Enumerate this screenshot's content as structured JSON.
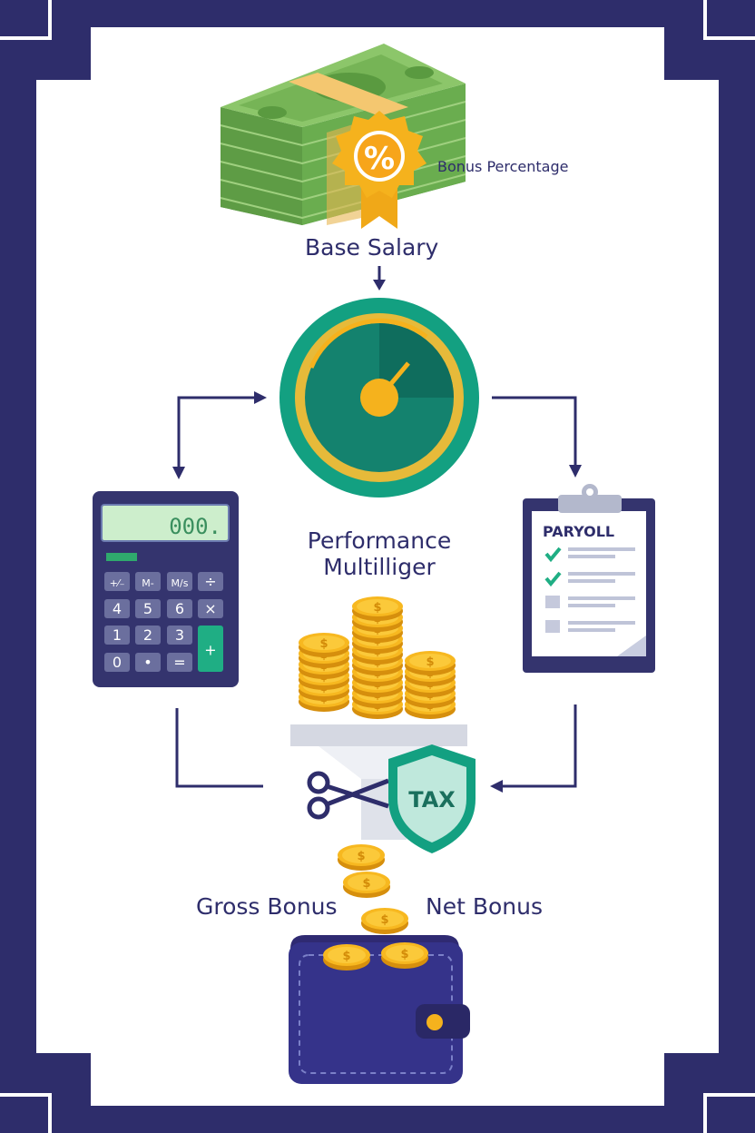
{
  "labels": {
    "bonus_percentage": "Bonus Percentage",
    "base_salary": "Base Salary",
    "performance_line1": "Performance",
    "performance_line2": "Multilliger",
    "gross_bonus": "Gross Bonus",
    "net_bonus": "Net Bonus"
  },
  "badge_symbol": "%",
  "calculator": {
    "display": "000.",
    "keys": [
      [
        "+⁄₋",
        "M-",
        "M/s",
        "÷"
      ],
      [
        "4",
        "5",
        "6",
        "×"
      ],
      [
        "1",
        "2",
        "3",
        "+"
      ],
      [
        "0",
        "•",
        "=",
        ""
      ]
    ]
  },
  "payroll": {
    "title": "PARYOLL",
    "rows": [
      {
        "checked": true
      },
      {
        "checked": true
      },
      {
        "checked": false
      },
      {
        "checked": false
      }
    ]
  },
  "coin_symbol": "$",
  "tax_label": "TAX",
  "icons": [
    "cash-stack-icon",
    "percent-badge-icon",
    "gauge-icon",
    "calculator-icon",
    "payroll-clipboard-icon",
    "coin-stacks-icon",
    "funnel-icon",
    "scissors-icon",
    "tax-shield-icon",
    "wallet-icon"
  ],
  "colors": {
    "frame": "#2e2d6b",
    "background": "#ffffff",
    "money_green": "#6aa84f",
    "gold": "#f5b21d",
    "teal": "#13a081",
    "navy": "#34346e"
  }
}
